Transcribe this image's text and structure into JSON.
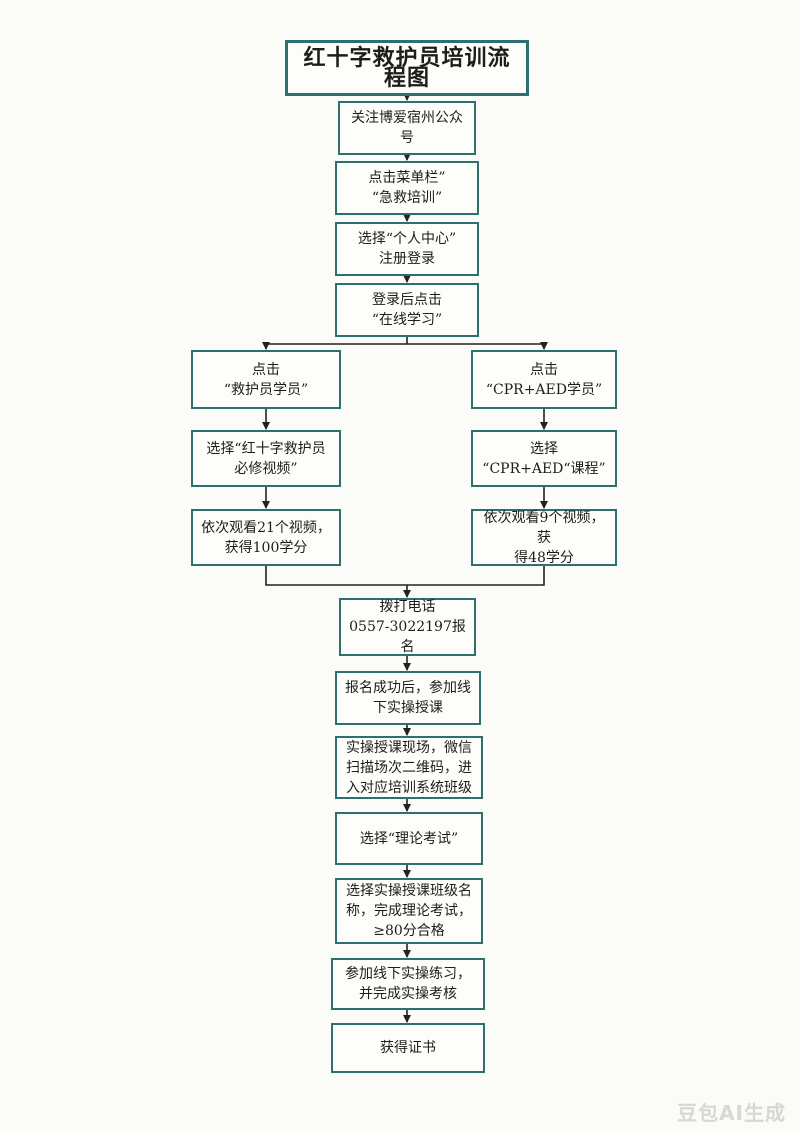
{
  "title": "红十字救护员培训流程图",
  "steps": {
    "s1": "关注博爱宿州公众号",
    "s2": "点击菜单栏”\n“急救培训”",
    "s3": "选择“个人中心”\n注册登录",
    "s4": "登录后点击\n“在线学习”"
  },
  "left_branch": {
    "l1": "点击\n“救护员学员”",
    "l2": "选择“红十字救护员\n必修视频”",
    "l3": "依次观看21个视频，\n获得100学分"
  },
  "right_branch": {
    "r1": "点击\n“CPR+AED学员”",
    "r2": "选择\n“CPR+AED“课程”",
    "r3": "依次观看9个视频，获\n得48学分"
  },
  "after": {
    "a1": "拨打电话\n0557-3022197报名",
    "a2": "报名成功后，参加线\n下实操授课",
    "a3": "实操授课现场，微信\n扫描场次二维码，进\n入对应培训系统班级",
    "a4": "选择“理论考试”",
    "a5": "选择实操授课班级名\n称，完成理论考试，\n≥80分合格",
    "a6": "参加线下实操练习，\n并完成实操考核",
    "a7": "获得证书"
  },
  "colors": {
    "border": "#2f6f70",
    "line": "#222222"
  },
  "watermark": "豆包AI生成"
}
